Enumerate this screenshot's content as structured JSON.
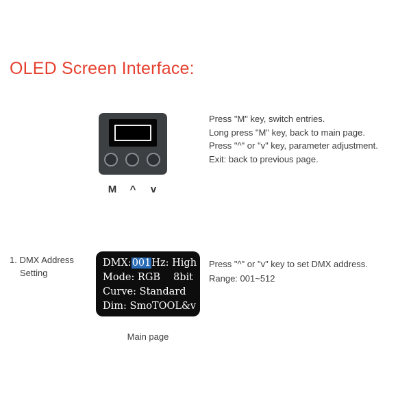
{
  "page": {
    "title": "OLED Screen Interface:"
  },
  "device": {
    "button_labels": {
      "m": "M",
      "up": "^",
      "down": "v"
    }
  },
  "instructions": {
    "lines": [
      "Press \"M\" key,  switch entries.",
      "Long press \"M\" key, back to main page.",
      "Press \"^\" or \"v\" key, parameter adjustment.",
      "Exit: back to previous page."
    ]
  },
  "section1": {
    "label_line1": "1. DMX Address",
    "label_line2": "Setting",
    "screen": {
      "line1_prefix": "DMX:",
      "line1_highlight": "001",
      "line1_right": "Hz: High",
      "line2_left": "Mode: RGB",
      "line2_right": "8bit",
      "line3": "Curve: Standard",
      "line4_left": "Dim: Smo",
      "line4_right": "TOOL&v",
      "caption": "Main page"
    },
    "notes": [
      "Press \"^\" or \"v\" key to set DMX address.",
      "Range: 001~512"
    ]
  },
  "colors": {
    "title_red": "#e5402f",
    "highlight_blue": "#2a6db6",
    "body_text": "#3c3c3c"
  }
}
